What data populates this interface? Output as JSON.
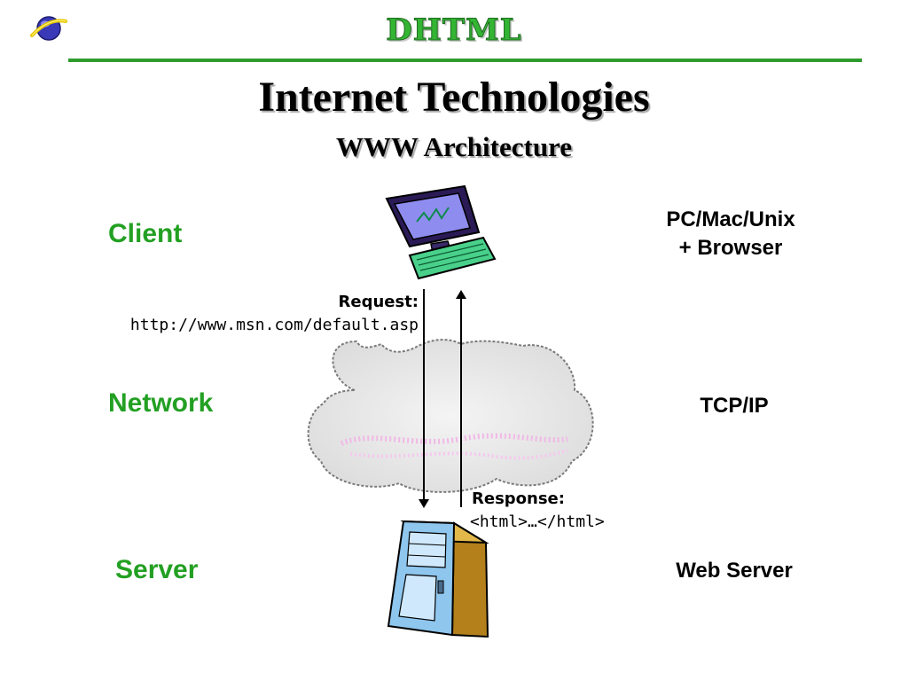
{
  "header": {
    "brand": "DHTML",
    "title": "Internet Technologies",
    "subtitle": "WWW Architecture"
  },
  "tiers": {
    "client": {
      "label": "Client",
      "description_line1": "PC/Mac/Unix",
      "description_line2": "+ Browser"
    },
    "network": {
      "label": "Network",
      "description": "TCP/IP"
    },
    "server": {
      "label": "Server",
      "description": "Web Server"
    }
  },
  "request": {
    "heading": "Request:",
    "url": "http://www.msn.com/default.asp"
  },
  "response": {
    "heading": "Response:",
    "body": "<html>…</html>"
  },
  "icons": [
    "planet-logo-icon",
    "computer-icon",
    "network-cloud-icon",
    "server-tower-icon"
  ],
  "colors": {
    "accent_green": "#23a023",
    "rule_green": "#2e9b2e",
    "brand_green": "#33b533"
  }
}
